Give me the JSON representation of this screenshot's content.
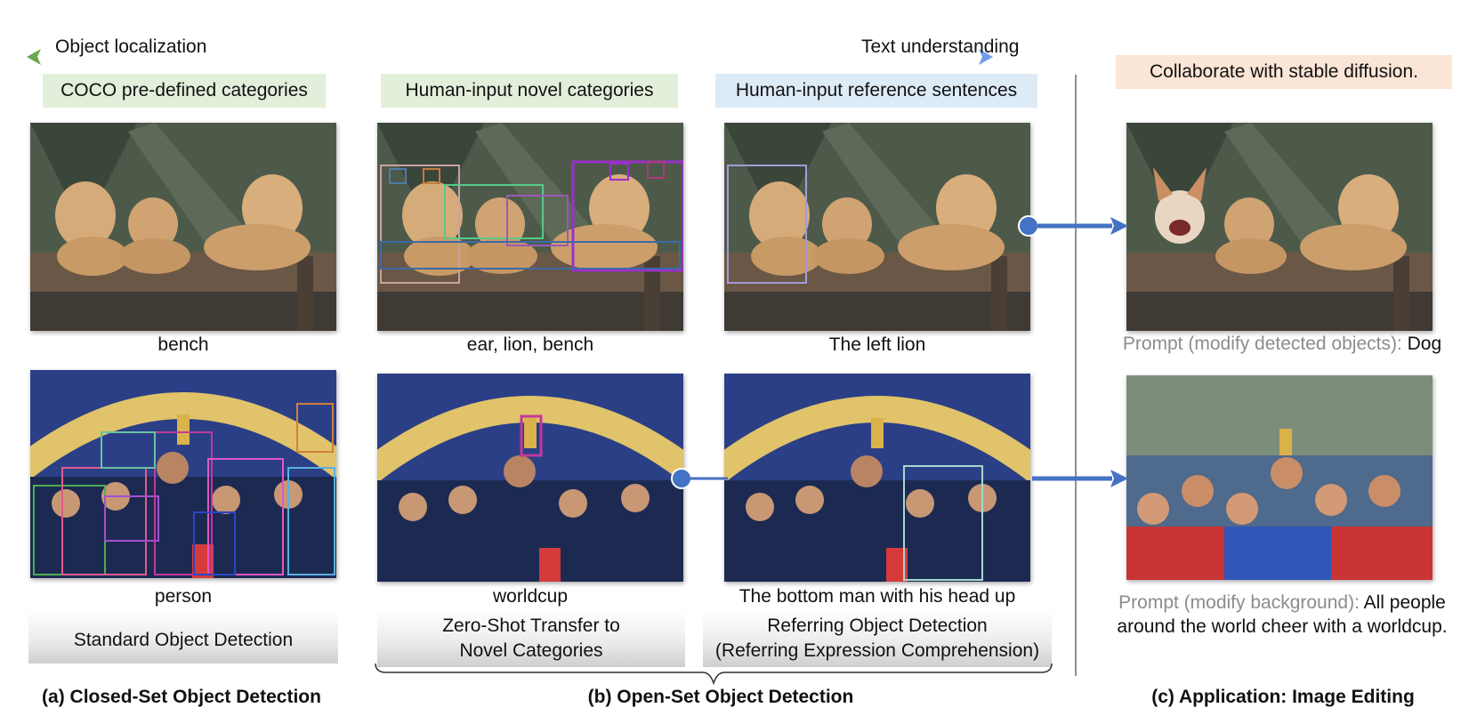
{
  "axis": {
    "left_label": "Object localization",
    "right_label": "Text understanding"
  },
  "columns": {
    "coco": {
      "tag": "COCO pre-defined categories",
      "caption_top": "bench",
      "caption_bottom": "person",
      "footer": "Standard Object Detection"
    },
    "novel": {
      "tag": "Human-input novel categories",
      "caption_top": "ear, lion, bench",
      "caption_bottom": "worldcup",
      "footer_line1": "Zero-Shot Transfer to",
      "footer_line2": "Novel Categories"
    },
    "referring": {
      "tag": "Human-input reference sentences",
      "caption_top": "The left lion",
      "caption_bottom": "The bottom man with his head up",
      "footer_line1": "Referring Object Detection",
      "footer_line2": "(Referring Expression Comprehension)"
    },
    "editing": {
      "tag": "Collaborate with stable diffusion.",
      "prompt1_label": "Prompt (modify detected objects):",
      "prompt1_value": "Dog",
      "prompt2_label": "Prompt (modify background):",
      "prompt2_value_line1": "All people",
      "prompt2_value_line2": "around the world cheer with a worldcup."
    }
  },
  "sections": {
    "a": "(a) Closed-Set Object Detection",
    "b": "(b) Open-Set Object Detection",
    "c": "(c) Application: Image Editing"
  },
  "colors": {
    "arrow_left": "#6aa84f",
    "arrow_right": "#6d9eeb",
    "connector": "#4472c4",
    "tag_green": "#e2efda",
    "tag_blue": "#ddebf7",
    "tag_peach": "#fbe5d6"
  }
}
